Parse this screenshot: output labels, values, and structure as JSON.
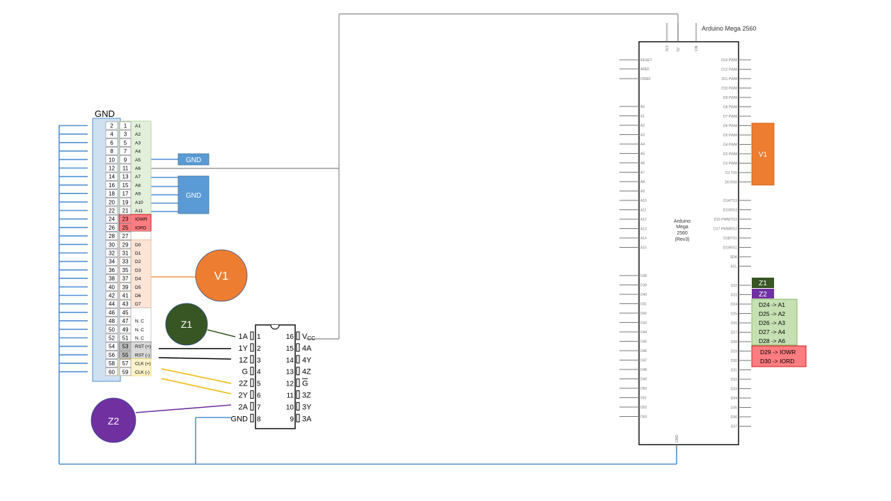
{
  "header": {
    "gnd_label": "GND",
    "arduino_title": "Arduino Mega 2560"
  },
  "connector": {
    "left_pins": [
      "2",
      "4",
      "6",
      "8",
      "10",
      "12",
      "14",
      "16",
      "18",
      "20",
      "22",
      "24",
      "26",
      "28",
      "30",
      "32",
      "34",
      "36",
      "38",
      "40",
      "42",
      "44",
      "46",
      "48",
      "50",
      "52",
      "54",
      "56",
      "58",
      "60"
    ],
    "right_pins": [
      "1",
      "3",
      "5",
      "7",
      "9",
      "11",
      "13",
      "15",
      "17",
      "19",
      "21",
      "23",
      "25",
      "27",
      "29",
      "31",
      "33",
      "35",
      "37",
      "39",
      "41",
      "43",
      "45",
      "47",
      "49",
      "51",
      "53",
      "55",
      "57",
      "59"
    ],
    "labels": [
      "A1",
      "A2",
      "A3",
      "A4",
      "A5",
      "A6",
      "A7",
      "A8",
      "A9",
      "A10",
      "A11",
      "IOWR",
      "IORD",
      "",
      "D0",
      "D1",
      "D2",
      "D3",
      "D4",
      "D5",
      "D6",
      "D7",
      "",
      "N. C",
      "N. C",
      "N. C",
      "RST (+)",
      "RST (-)",
      "CLK (+)",
      "CLK (-)"
    ]
  },
  "gnd_boxes": [
    "GND",
    "GND"
  ],
  "circles": {
    "v1": "V1",
    "z1": "Z1",
    "z2": "Z2"
  },
  "ic": {
    "left_labels": [
      "1A",
      "1Y",
      "1Z",
      "G",
      "2Z",
      "2Y",
      "2A",
      "GND"
    ],
    "left_nums": [
      "1",
      "2",
      "3",
      "4",
      "5",
      "6",
      "7",
      "8"
    ],
    "right_nums": [
      "16",
      "15",
      "14",
      "13",
      "12",
      "11",
      "10",
      "9"
    ],
    "right_labels": [
      "VCC",
      "4A",
      "4Y",
      "4Z",
      "G",
      "3Z",
      "3Y",
      "3A"
    ]
  },
  "arduino": {
    "top_pins": [
      "3V3",
      "5V",
      "VIN"
    ],
    "left_pins": [
      "RESET",
      "AREF",
      "IOREF",
      "A0",
      "A1",
      "A2",
      "A3",
      "A4",
      "A5",
      "A6",
      "A7",
      "A8",
      "A9",
      "A10",
      "A11",
      "A12",
      "A13",
      "A14",
      "A15",
      "D38",
      "D39",
      "D40",
      "D41",
      "D42",
      "D43",
      "D44",
      "D45",
      "D46",
      "D47",
      "D48",
      "D49",
      "D50",
      "D51",
      "D52",
      "D53"
    ],
    "right_pins": [
      "D13 PWM",
      "D12 PWM",
      "D11 PWM",
      "D10 PWM",
      "D9 PWM",
      "D8 PWM",
      "D7 PWM",
      "D6 PWM",
      "D5 PWM",
      "D4 PWM",
      "D2 PWM",
      "D3 PWM",
      "D1 TX0",
      "D0 RX0",
      "D14/TX3",
      "D15/RX3",
      "D16 PWM/TX2",
      "D17 PWM/RX2",
      "D18/TX1",
      "D19/RX1",
      "SDA",
      "SCL",
      "D22",
      "D23",
      "D24",
      "D25",
      "D26",
      "D27",
      "D28",
      "D29",
      "D30",
      "D31",
      "D32",
      "D33",
      "D34",
      "D35",
      "D36",
      "D37"
    ],
    "center": [
      "Arduino",
      "Mega",
      "2560",
      "(Rev3)"
    ],
    "bottom_pin": "GND"
  },
  "mapping": {
    "v1": "V1",
    "z1": "Z1",
    "z2": "Z2",
    "green": [
      "D24 -> A1",
      "D25 -> A2",
      "D26 -> A3",
      "D27 -> A4",
      "D28 -> A6"
    ],
    "red": [
      "D29 -> IOWR",
      "D30 -> IORD"
    ]
  },
  "colors": {
    "blue_wire": "#4f8fd1",
    "gray_wire": "#9a9a9a",
    "orange": "#ed7d31",
    "dark_green": "#375623",
    "purple": "#7030a0",
    "yellow_wire": "#f5c022",
    "gnd_box": "#5b9bd5"
  }
}
